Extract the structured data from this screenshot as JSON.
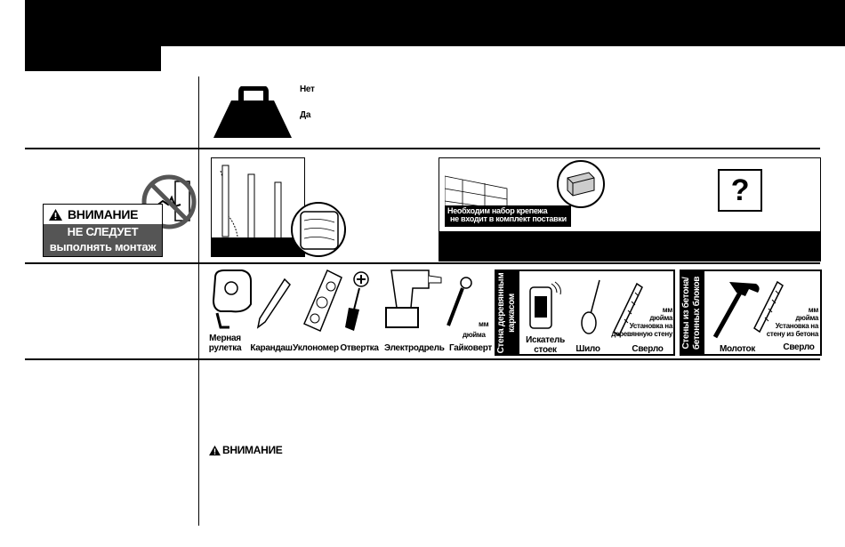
{
  "weight": {
    "option_no": "Нет",
    "option_yes": "Да"
  },
  "warning_box": {
    "title": "ВНИМАНИЕ",
    "line1": "НЕ СЛЕДУЕТ",
    "line2": "выполнять монтаж"
  },
  "fasteners": {
    "note_line1": "Необходим набор крепежа",
    "note_line2": "не входит в комплект поставки",
    "question_mark": "?"
  },
  "tools": [
    {
      "label_line1": "Мерная",
      "label_line2": "рулетка"
    },
    {
      "label_line1": "Карандаш"
    },
    {
      "label_line1": "Уклономер"
    },
    {
      "label_line1": "Отвертка"
    },
    {
      "label_line1": "Электродрель"
    },
    {
      "label_line1": "Гайковерт"
    }
  ],
  "wrench_units": {
    "mm": "мм",
    "inch": "дюйма"
  },
  "wood_frame": {
    "section_title": "Стена деревянным каркасом",
    "stud_finder_line1": "Искатель",
    "stud_finder_line2": "стоек",
    "awl": "Шило",
    "drill_bit": "Сверло",
    "note_mm": "мм",
    "note_inch": "дюйма",
    "note_line3": "Установка на",
    "note_line4": "деревянную стену"
  },
  "concrete": {
    "section_title": "Стены из бетона/ бетонных блоков",
    "hammer": "Молоток",
    "drill_bit": "Сверло",
    "note_mm": "мм",
    "note_inch": "дюйма",
    "note_line3": "Установка на",
    "note_line4": "стену из бетона"
  },
  "bottom_warning": {
    "title": "ВНИМАНИЕ"
  }
}
